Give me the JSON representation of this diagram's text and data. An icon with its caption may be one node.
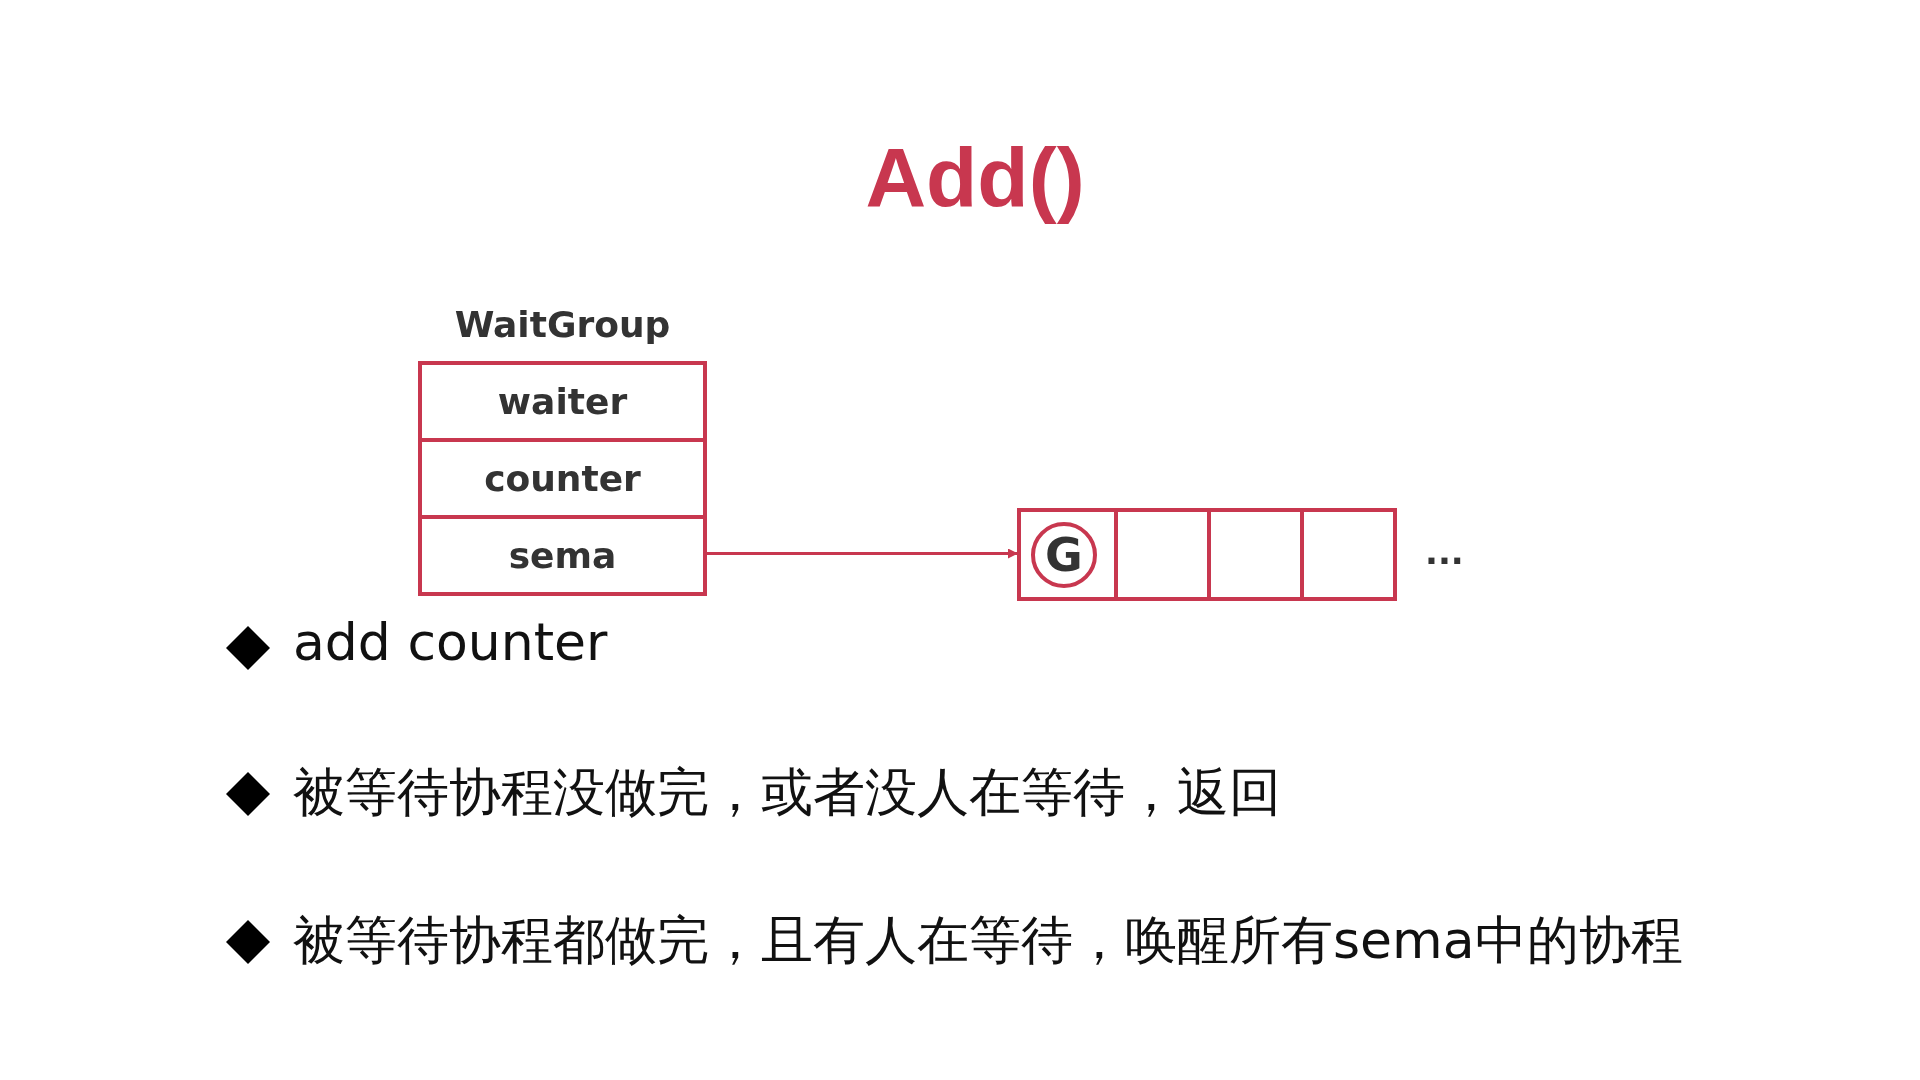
{
  "diagram": {
    "title": "Add()",
    "nodes": [
      {
        "text": [
          "WaitGroup"
        ]
      },
      {
        "text": [
          "waiter"
        ],
        "in": 0
      },
      {
        "text": [
          "counter"
        ],
        "in": 0
      },
      {
        "text": [
          "sema"
        ],
        "in": 0
      },
      {
        "text": [],
        "shape": "box"
      },
      {
        "text": [],
        "shape": "box",
        "in": 4
      },
      {
        "text": [
          "G"
        ],
        "in": 5
      },
      {
        "text": [],
        "shape": "box",
        "in": 4
      },
      {
        "text": [],
        "shape": "box",
        "in": 4
      },
      {
        "text": [],
        "shape": "box",
        "in": 4
      }
    ],
    "edges": [
      {
        "from": 3,
        "to": 4,
        "arrow": "to"
      }
    ],
    "labels": [
      "...",
      "add counter",
      "被等待协程没做完，或者没人在等待，返回",
      "被等待协程都做完，且有人在等待，唤醒所有sema中的协程"
    ]
  }
}
